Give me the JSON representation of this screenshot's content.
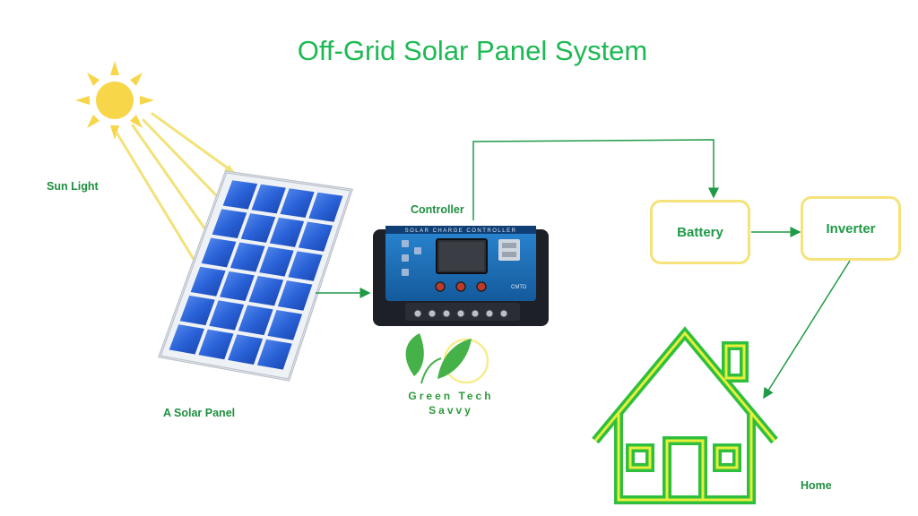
{
  "title": "Off-Grid Solar Panel System",
  "labels": {
    "sun_light": "Sun Light",
    "solar_panel": "A Solar Panel",
    "controller": "Controller",
    "battery": "Battery",
    "inverter": "Inverter",
    "home": "Home"
  },
  "controller_device": {
    "header_text": "SOLAR CHARGE CONTROLLER",
    "brand": "CMTD"
  },
  "watermark": {
    "line1": "Green Tech",
    "line2": "Savvy"
  },
  "colors": {
    "title": "#1db954",
    "labels": "#1f8f3f",
    "arrows": "#1f9a46",
    "box_border": "#f5e27a",
    "sun": "#f7d64a",
    "house_green": "#2fbf3f",
    "house_yellow": "#e8ef3a",
    "panel_cell": "#2a62d8",
    "controller_body": "#1c6db6"
  }
}
